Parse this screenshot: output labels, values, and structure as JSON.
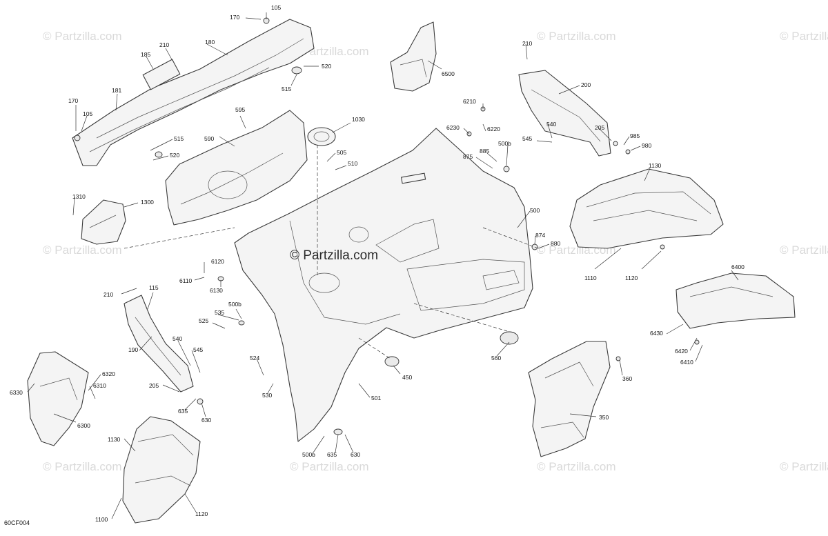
{
  "watermark_text": "© Partzilla.com",
  "main_watermark_text": "© Partzilla.com",
  "diagram_code": "60CF004",
  "callouts": [
    "105",
    "170",
    "210",
    "180",
    "185",
    "520",
    "515",
    "6500",
    "181",
    "170",
    "105",
    "515",
    "520",
    "595",
    "590",
    "1030",
    "505",
    "510",
    "210",
    "200",
    "6210",
    "6230",
    "6220",
    "540",
    "545",
    "205",
    "985",
    "980",
    "875",
    "885",
    "500b",
    "1130",
    "1310",
    "1300",
    "500",
    "874",
    "880",
    "6120",
    "6110",
    "6130",
    "1110",
    "1120",
    "210",
    "115",
    "500b",
    "535",
    "525",
    "6400",
    "540",
    "545",
    "190",
    "6430",
    "6420",
    "6410",
    "524",
    "560",
    "450",
    "6320",
    "6330",
    "6310",
    "205",
    "530",
    "360",
    "501",
    "635",
    "630",
    "6300",
    "350",
    "1130",
    "500b",
    "635",
    "630",
    "1100",
    "1120"
  ]
}
